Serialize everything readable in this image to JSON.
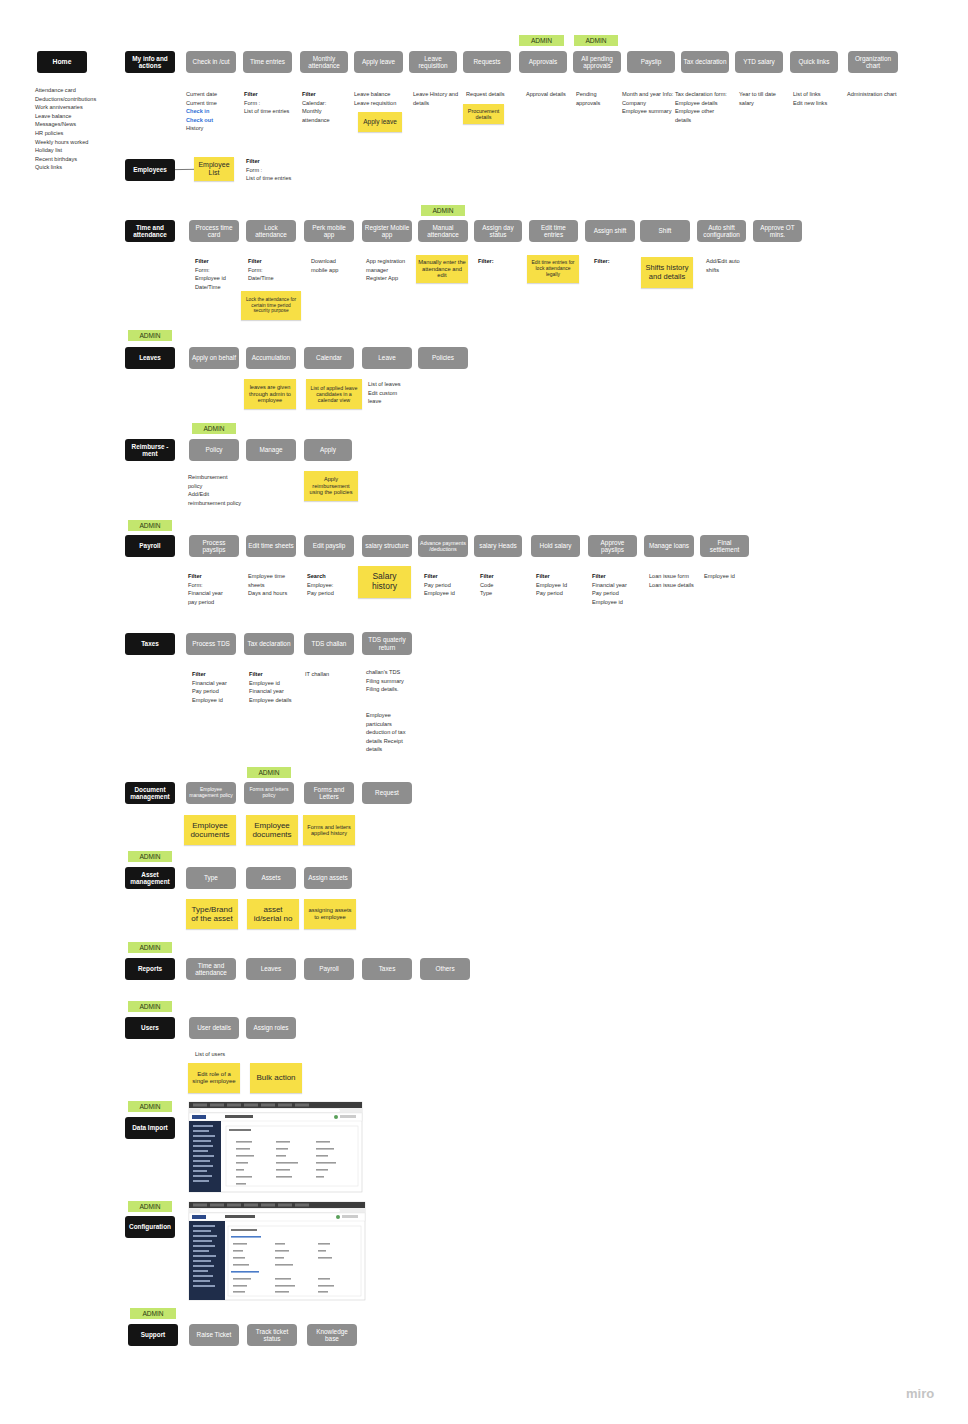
{
  "diagram": {
    "nodes": [
      {
        "text": [
          "ADMIN"
        ]
      },
      {
        "text": [
          "ADMIN"
        ]
      },
      {
        "text": [
          "Home"
        ]
      },
      {
        "text": [
          "My info and actions"
        ]
      },
      {
        "text": [
          "Check in /cut"
        ]
      },
      {
        "text": [
          "Time entries"
        ]
      },
      {
        "text": [
          "Monthly attendance"
        ]
      },
      {
        "text": [
          "Apply leave"
        ]
      },
      {
        "text": [
          "Leave requisition"
        ]
      },
      {
        "text": [
          "Requests"
        ]
      },
      {
        "text": [
          "Approvals"
        ]
      },
      {
        "text": [
          "All pending approvals"
        ]
      },
      {
        "text": [
          "Payslip"
        ]
      },
      {
        "text": [
          "Tax declaration"
        ]
      },
      {
        "text": [
          "YTD salary"
        ]
      },
      {
        "text": [
          "Quick links"
        ]
      },
      {
        "text": [
          "Organization chart"
        ]
      },
      {
        "text": [
          "Procurement details"
        ]
      },
      {
        "text": [
          "Apply leave"
        ]
      },
      {
        "text": [
          "Employees"
        ]
      },
      {
        "text": [
          "Employee List"
        ]
      },
      {
        "text": [
          "ADMIN"
        ]
      },
      {
        "text": [
          "Time and attendance"
        ]
      },
      {
        "text": [
          "Process time card"
        ]
      },
      {
        "text": [
          "Lock attendance"
        ]
      },
      {
        "text": [
          "Perk mobile app"
        ]
      },
      {
        "text": [
          "Register Mobile app"
        ]
      },
      {
        "text": [
          "Manual attendance"
        ]
      },
      {
        "text": [
          "Assign day status"
        ]
      },
      {
        "text": [
          "Edit time entries"
        ]
      },
      {
        "text": [
          "Assign shift"
        ]
      },
      {
        "text": [
          "Shift"
        ]
      },
      {
        "text": [
          "Auto shift configuration"
        ]
      },
      {
        "text": [
          "Approve OT mins."
        ]
      },
      {
        "text": [
          "Manually enter the attendance and edit"
        ]
      },
      {
        "text": [
          "Edit time entries for lock attendance legally"
        ]
      },
      {
        "text": [
          "Shifts history and details"
        ]
      },
      {
        "text": [
          "Lock the attendance for certain time period security purpose"
        ]
      },
      {
        "text": [
          "ADMIN"
        ]
      },
      {
        "text": [
          "Leaves"
        ]
      },
      {
        "text": [
          "Apply on behalf"
        ]
      },
      {
        "text": [
          "Accumulation"
        ]
      },
      {
        "text": [
          "Calendar"
        ]
      },
      {
        "text": [
          "Leave"
        ]
      },
      {
        "text": [
          "Policies"
        ]
      },
      {
        "text": [
          "leaves are given through admin to employee"
        ]
      },
      {
        "text": [
          "List of applied leave candidates in a calendar view"
        ]
      },
      {
        "text": [
          "ADMIN"
        ]
      },
      {
        "text": [
          "Reimburse -ment"
        ]
      },
      {
        "text": [
          "Policy"
        ]
      },
      {
        "text": [
          "Manage"
        ]
      },
      {
        "text": [
          "Apply"
        ]
      },
      {
        "text": [
          "Apply reimbursement using the policies"
        ]
      },
      {
        "text": [
          "ADMIN"
        ]
      },
      {
        "text": [
          "Payroll"
        ]
      },
      {
        "text": [
          "Process payslips"
        ]
      },
      {
        "text": [
          "Edit time sheets"
        ]
      },
      {
        "text": [
          "Edit payslip"
        ]
      },
      {
        "text": [
          "salary structure"
        ]
      },
      {
        "text": [
          "Advance payments /deductions"
        ]
      },
      {
        "text": [
          "salary Heads"
        ]
      },
      {
        "text": [
          "Hold salary"
        ]
      },
      {
        "text": [
          "Approve payslips"
        ]
      },
      {
        "text": [
          "Manage loans"
        ]
      },
      {
        "text": [
          "Final settlement"
        ]
      },
      {
        "text": [
          "Salary history"
        ]
      },
      {
        "text": [
          "Taxes"
        ]
      },
      {
        "text": [
          "Process TDS"
        ]
      },
      {
        "text": [
          "Tax declaration"
        ]
      },
      {
        "text": [
          "TDS challan"
        ]
      },
      {
        "text": [
          "TDS quaterly return"
        ]
      },
      {
        "text": [
          "ADMIN"
        ]
      },
      {
        "text": [
          "Document management"
        ]
      },
      {
        "text": [
          "Employee management policy"
        ]
      },
      {
        "text": [
          "Forms and letters policy"
        ]
      },
      {
        "text": [
          "Forms and Letters"
        ]
      },
      {
        "text": [
          "Request"
        ]
      },
      {
        "text": [
          "Employee documents"
        ]
      },
      {
        "text": [
          "Employee documents"
        ]
      },
      {
        "text": [
          "Forms and letters applied history"
        ]
      },
      {
        "text": [
          "ADMIN"
        ]
      },
      {
        "text": [
          "Asset management"
        ]
      },
      {
        "text": [
          "Type"
        ]
      },
      {
        "text": [
          "Assets"
        ]
      },
      {
        "text": [
          "Assign assets"
        ]
      },
      {
        "text": [
          "Type/Brand of the asset"
        ]
      },
      {
        "text": [
          "asset id/serial no"
        ]
      },
      {
        "text": [
          "assigning assets to employee"
        ]
      },
      {
        "text": [
          "ADMIN"
        ]
      },
      {
        "text": [
          "Reports"
        ]
      },
      {
        "text": [
          "Time and attendance"
        ]
      },
      {
        "text": [
          "Leaves"
        ]
      },
      {
        "text": [
          "Payroll"
        ]
      },
      {
        "text": [
          "Taxes"
        ]
      },
      {
        "text": [
          "Others"
        ]
      },
      {
        "text": [
          "ADMIN"
        ]
      },
      {
        "text": [
          "Users"
        ]
      },
      {
        "text": [
          "User details"
        ]
      },
      {
        "text": [
          "Assign roles"
        ]
      },
      {
        "text": [
          "Edit role of a single employee"
        ]
      },
      {
        "text": [
          "Bulk action"
        ]
      },
      {
        "text": [
          "ADMIN"
        ]
      },
      {
        "text": [
          "Data Import"
        ]
      },
      {
        "text": [
          "ADMIN"
        ]
      },
      {
        "text": [
          "Configuration"
        ]
      },
      {
        "text": [
          "ADMIN"
        ]
      },
      {
        "text": [
          "Support"
        ]
      },
      {
        "text": [
          "Raise Ticket"
        ]
      },
      {
        "text": [
          "Track ticket status"
        ]
      },
      {
        "text": [
          "Knowledge base"
        ]
      }
    ],
    "edges": [
      {
        "from": 19,
        "to": 20,
        "arrow": "none"
      }
    ],
    "labels": [
      "Attendance card",
      "Deductions/contributions",
      "Work anniversaries",
      "Leave balance",
      "Messages/News",
      "HR policies",
      "Weekly hours worked",
      "Holiday list",
      "Recent birthdays",
      "Quick links",
      "Current date",
      "Current time",
      "Check in",
      "Check out",
      "History",
      "Filter",
      "Form :",
      "List of time entries",
      "Filter",
      "Calendar:",
      "Monthly attendance",
      "Leave balance",
      "Leave requisition",
      "Leave History and details",
      "Request details",
      "Approval details",
      "Pending approvals",
      "Month and year Info:",
      "Company",
      "Employee summary",
      "Tax declaration form:",
      "Employee details",
      "Employee other details",
      "Year to till date salary",
      "List of links",
      "Edit new links",
      "Administration chart",
      "Filter",
      "Form :",
      "List of time entries",
      "Filter",
      "Form:",
      "Employee id",
      "Date/Time",
      "Filter",
      "Form:",
      "Date/Time",
      "Download mobile app",
      "App registration manager",
      "Register App",
      "Filter:",
      "Filter:",
      "Add/Edit auto shifts",
      "List of leaves",
      "Edit custom leave",
      "Reimbursement policy",
      "Add/Edit reimbursement policy",
      "Filter",
      "Form:",
      "Financial year",
      "pay period",
      "Employee time sheets",
      "Days and hours",
      "Search",
      "Employee:",
      "Pay period",
      "Filter",
      "Pay period",
      "Employee id",
      "Filter",
      "Code",
      "Type",
      "Filter",
      "Employee Id",
      "Pay period",
      "Filter",
      "Financial year",
      "Pay period",
      "Employee id",
      "Loan issue form",
      "Loan issue details",
      "Employee id",
      "Filter",
      "Financial year",
      "Pay period",
      "Employee id",
      "Filter",
      "Employee id",
      "Financial year",
      "Employee details",
      "IT challan",
      "challan's TDS Filing summary Filing details.",
      "Employee particulars deduction of tax details Receipt details",
      "List of users",
      "miro"
    ]
  }
}
